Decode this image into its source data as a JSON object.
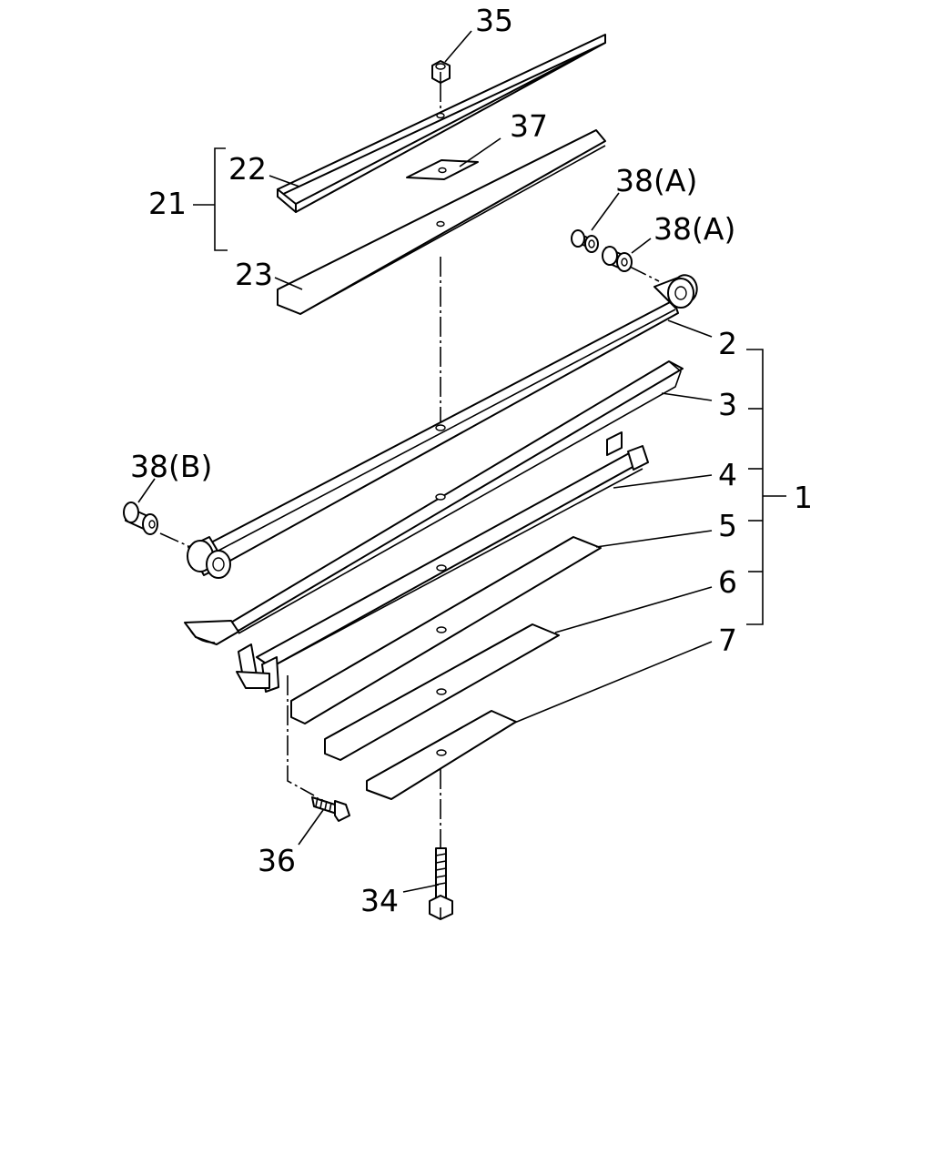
{
  "callouts": {
    "c35": "35",
    "c37": "37",
    "c22": "22",
    "c21": "21",
    "c23": "23",
    "c38a1": "38(A)",
    "c38a2": "38(A)",
    "c38b": "38(B)",
    "c2": "2",
    "c3": "3",
    "c4": "4",
    "c5": "5",
    "c6": "6",
    "c7": "7",
    "c1": "1",
    "c36": "36",
    "c34": "34"
  },
  "parts": [
    {
      "ref": "1",
      "kind": "leaf-spring-assembly"
    },
    {
      "ref": "2",
      "kind": "main-leaf"
    },
    {
      "ref": "3",
      "kind": "leaf"
    },
    {
      "ref": "4",
      "kind": "leaf-with-clips"
    },
    {
      "ref": "5",
      "kind": "leaf"
    },
    {
      "ref": "6",
      "kind": "leaf"
    },
    {
      "ref": "7",
      "kind": "leaf"
    },
    {
      "ref": "21",
      "kind": "leaf-set"
    },
    {
      "ref": "22",
      "kind": "leaf"
    },
    {
      "ref": "23",
      "kind": "leaf"
    },
    {
      "ref": "34",
      "kind": "center-bolt"
    },
    {
      "ref": "35",
      "kind": "nut"
    },
    {
      "ref": "36",
      "kind": "clip-bolt"
    },
    {
      "ref": "37",
      "kind": "pad"
    },
    {
      "ref": "38(A)",
      "kind": "bushing"
    },
    {
      "ref": "38(B)",
      "kind": "bushing"
    }
  ]
}
